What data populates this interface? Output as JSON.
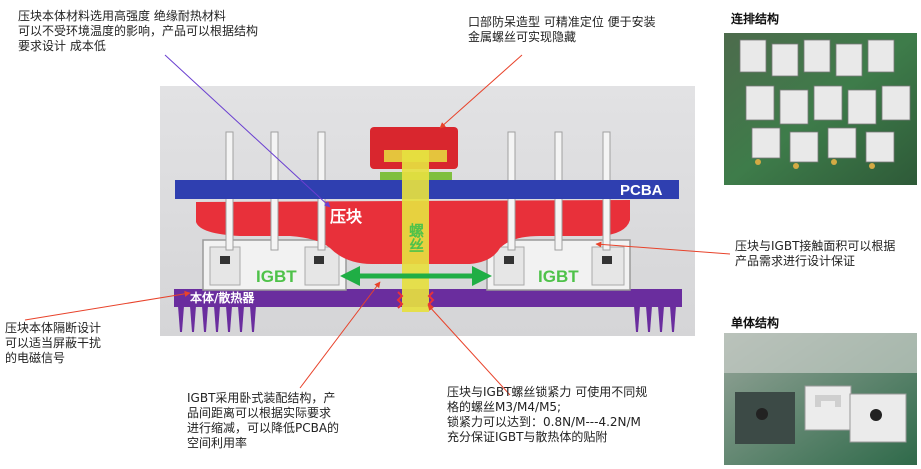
{
  "notes": {
    "top_left": "压块本体材料选用高强度 绝缘耐热材料\n可以不受环境温度的影响，产品可以根据结构\n要求设计 成本低",
    "top_center": "口部防呆造型  可精准定位  便于安装\n金属螺丝可实现隐藏",
    "right_middle": "压块与IGBT接触面积可以根据\n产品需求进行设计保证",
    "left_middle": "压块本体隔断设计\n可以适当屏蔽干扰\n的电磁信号",
    "bottom_left": "IGBT采用卧式装配结构，产\n品间距离可以根据实际要求\n进行缩减，可以降低PCBA的\n空间利用率",
    "bottom_right": "压块与IGBT螺丝锁紧力  可使用不同规\n格的螺丝M3/M4/M5;\n锁紧力可以达到：0.8N/M---4.2N/M\n充分保证IGBT与散热体的贴附"
  },
  "diagram_labels": {
    "pcba": "PCBA",
    "block": "压块",
    "screw": "螺丝",
    "igbt_left": "IGBT",
    "igbt_right": "IGBT",
    "heatsink": "本体/散热器"
  },
  "photos": {
    "top_title": "连排结构",
    "bottom_title": "单体结构"
  },
  "colors": {
    "pcba": "#2f3fb0",
    "block": "#e8303a",
    "screw": "#e6e040",
    "heatsink": "#6a2d9e",
    "igbt_label": "#4fc24a",
    "arrow_green": "#1fae45"
  }
}
